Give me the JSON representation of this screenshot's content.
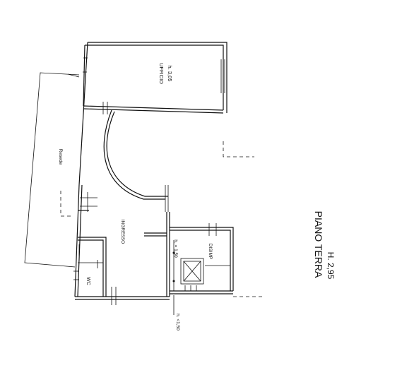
{
  "plan": {
    "title": "PIANO TERRA",
    "height_note": "H. 2,95"
  },
  "rooms": {
    "ufficio": {
      "name": "UFFICIO",
      "height": "h. 3,05"
    },
    "resede": {
      "name": "Resede"
    },
    "ingresso": {
      "name": "INGRESSO"
    },
    "disimp": {
      "name": "DISIMP"
    },
    "wc": {
      "name": "WC"
    }
  },
  "annotations": {
    "h_150": "h. = 1,50",
    "h_lt150": "h. <1,50"
  }
}
